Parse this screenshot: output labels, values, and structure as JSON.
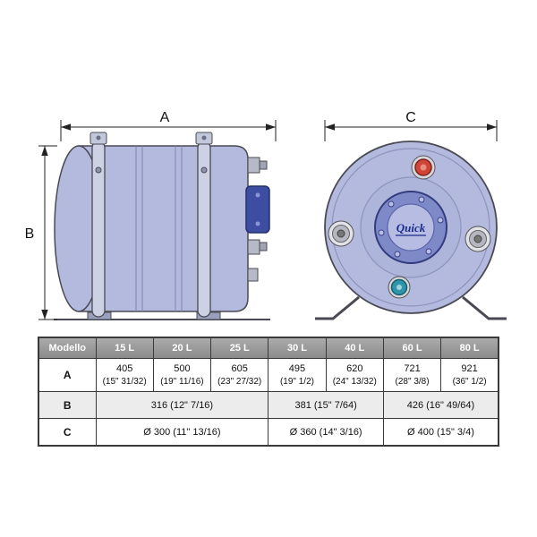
{
  "diagram": {
    "dim_a_label": "A",
    "dim_b_label": "B",
    "dim_c_label": "C",
    "logo": "Quick",
    "colors": {
      "tank_body": "#b4bade",
      "flange_blue": "#3d4da2",
      "hot_fitting_red": "#cf4537",
      "cold_fitting_teal": "#2f95ab"
    }
  },
  "table": {
    "header": [
      "Modello",
      "15 L",
      "20 L",
      "25 L",
      "30 L",
      "40 L",
      "60 L",
      "80 L"
    ],
    "rows": {
      "a": {
        "label": "A",
        "values": [
          {
            "mm": "405",
            "inch": "(15\" 31/32)"
          },
          {
            "mm": "500",
            "inch": "(19\" 11/16)"
          },
          {
            "mm": "605",
            "inch": "(23\" 27/32)"
          },
          {
            "mm": "495",
            "inch": "(19\" 1/2)"
          },
          {
            "mm": "620",
            "inch": "(24\" 13/32)"
          },
          {
            "mm": "721",
            "inch": "(28\" 3/8)"
          },
          {
            "mm": "921",
            "inch": "(36\" 1/2)"
          }
        ]
      },
      "b": {
        "label": "B",
        "values": [
          "316 (12\" 7/16)",
          "381 (15\" 7/64)",
          "426 (16\" 49/64)"
        ]
      },
      "c": {
        "label": "C",
        "values": [
          "Ø 300 (11\" 13/16)",
          "Ø 360 (14\" 3/16)",
          "Ø 400 (15\" 3/4)"
        ]
      }
    }
  }
}
